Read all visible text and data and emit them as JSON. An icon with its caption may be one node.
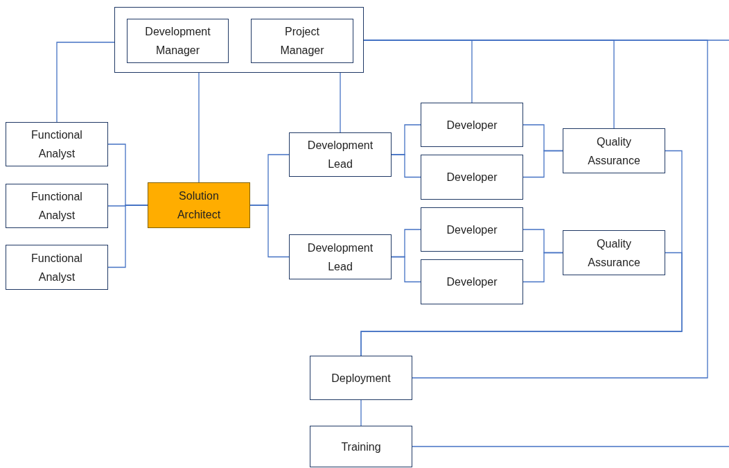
{
  "diagram": {
    "nodes": [
      {
        "text": [],
        "shape": "box"
      },
      {
        "text": [
          "Development Manager"
        ],
        "in": 0
      },
      {
        "text": [
          "Project Manager"
        ],
        "in": 0
      },
      {
        "text": [
          "Functional Analyst"
        ]
      },
      {
        "text": [
          "Functional Analyst"
        ]
      },
      {
        "text": [
          "Functional Analyst"
        ]
      },
      {
        "text": [
          "Solution Architect"
        ]
      },
      {
        "text": [
          "Development Lead"
        ]
      },
      {
        "text": [
          "Development Lead"
        ]
      },
      {
        "text": [
          "Developer"
        ]
      },
      {
        "text": [
          "Developer"
        ]
      },
      {
        "text": [
          "Quality Assurance"
        ]
      },
      {
        "text": [
          "Developer"
        ]
      },
      {
        "text": [
          "Developer"
        ]
      },
      {
        "text": [
          "Quality Assurance"
        ]
      },
      {
        "text": [
          "Deployment"
        ]
      },
      {
        "text": [
          "Training"
        ]
      }
    ],
    "edges": [
      {
        "from": 0,
        "to": 3,
        "arrow": "none"
      },
      {
        "from": 3,
        "to": 6,
        "arrow": "none"
      },
      {
        "from": 4,
        "to": 6,
        "arrow": "none"
      },
      {
        "from": 5,
        "to": 6,
        "arrow": "none"
      },
      {
        "from": 0,
        "to": 6,
        "arrow": "none"
      },
      {
        "from": 0,
        "to": 7,
        "arrow": "none"
      },
      {
        "from": 6,
        "to": 7,
        "arrow": "none"
      },
      {
        "from": 6,
        "to": 8,
        "arrow": "none"
      },
      {
        "from": 7,
        "to": 9,
        "arrow": "none"
      },
      {
        "from": 7,
        "to": 10,
        "arrow": "none"
      },
      {
        "from": 8,
        "to": 12,
        "arrow": "none"
      },
      {
        "from": 8,
        "to": 13,
        "arrow": "none"
      },
      {
        "from": 9,
        "to": 11,
        "arrow": "none"
      },
      {
        "from": 10,
        "to": 11,
        "arrow": "none"
      },
      {
        "from": 12,
        "to": 14,
        "arrow": "none"
      },
      {
        "from": 13,
        "to": 14,
        "arrow": "none"
      },
      {
        "from": 0,
        "to": 9,
        "arrow": "none"
      },
      {
        "from": 0,
        "to": 11,
        "arrow": "none"
      },
      {
        "from": 0,
        "to": 15,
        "arrow": "none"
      },
      {
        "from": 0,
        "to": null,
        "arrow": "none"
      },
      {
        "from": 11,
        "to": 15,
        "arrow": "none"
      },
      {
        "from": 14,
        "to": 15,
        "arrow": "none"
      },
      {
        "from": 15,
        "to": 16,
        "arrow": "none"
      },
      {
        "from": 16,
        "to": null,
        "arrow": "none"
      }
    ]
  }
}
